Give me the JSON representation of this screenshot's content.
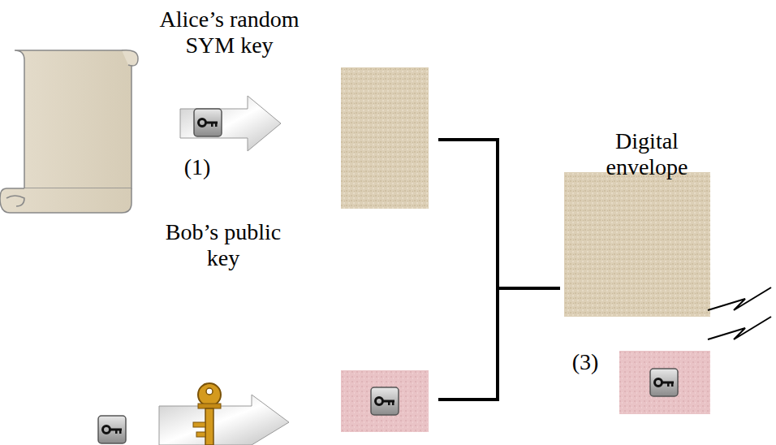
{
  "diagram": {
    "labels": [
      "Alice’s random SYM key",
      "(1)",
      "Bob’s public key",
      "Digital envelope",
      "(3)"
    ]
  }
}
